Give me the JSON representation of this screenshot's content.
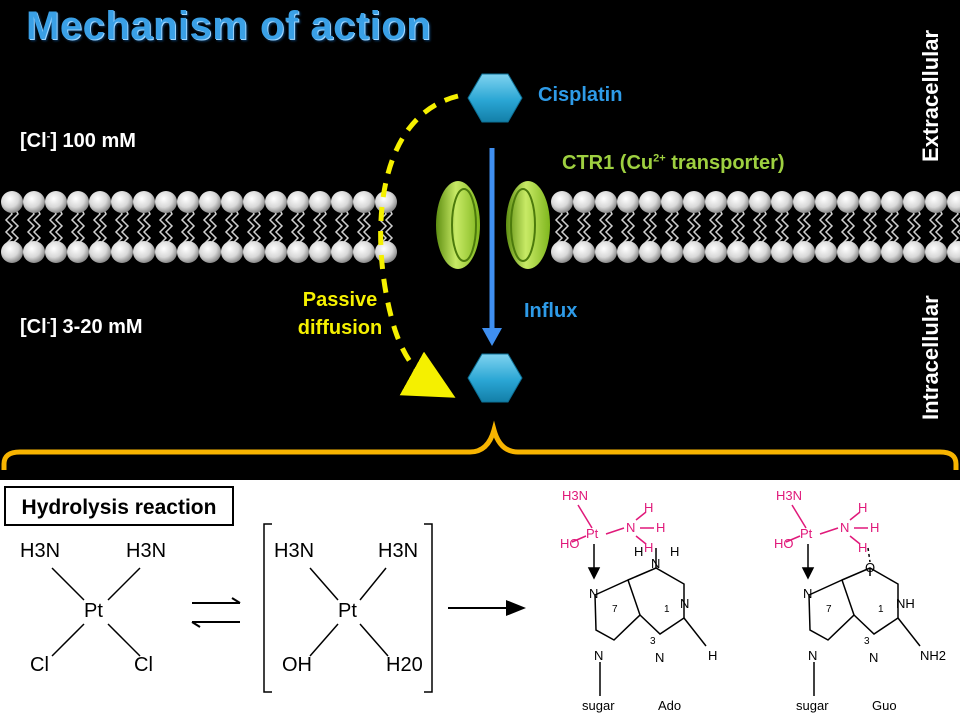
{
  "title": "Mechanism of action",
  "side_labels": {
    "extracellular": "Extracellular",
    "intracellular": "Intracellular"
  },
  "concentrations": {
    "outside": {
      "prefix": "[Cl",
      "sup": "-",
      "suffix": "] 100 mM"
    },
    "inside": {
      "prefix": "[Cl",
      "sup": "-",
      "suffix": "] 3-20 mM"
    }
  },
  "labels": {
    "cisplatin": "Cisplatin",
    "ctr1_prefix": "CTR1 (Cu",
    "ctr1_sup": "2+",
    "ctr1_suffix": " transporter)",
    "influx": "Influx",
    "passive_line1": "Passive",
    "passive_line2": "diffusion"
  },
  "colors": {
    "title": "#3aa0e6",
    "cisplatin": "#2e9be8",
    "ctr1": "#9ed040",
    "passive": "#f5f000",
    "brace": "#f7b400",
    "pink": "#e0197a"
  },
  "hydrolysis_title": "Hydrolysis reaction",
  "chem": {
    "h3n": "H3N",
    "pt": "Pt",
    "cl": "Cl",
    "oh": "OH",
    "h2o": "H20",
    "h": "H",
    "n": "N",
    "nh": "NH",
    "o": "O",
    "nh2": "NH2",
    "ho": "HO",
    "sugar": "sugar",
    "ado": "Ado",
    "guo": "Guo",
    "ring_7": "7",
    "ring_1": "1",
    "ring_3": "3"
  }
}
